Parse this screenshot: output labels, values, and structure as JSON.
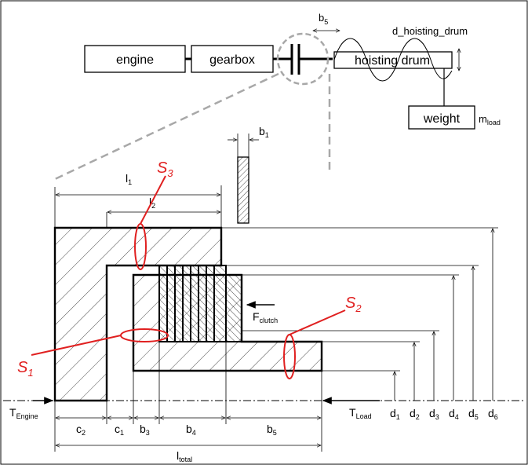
{
  "system": {
    "engine": "engine",
    "gearbox": "gearbox",
    "drum": "hoisting drum",
    "weight": "weight",
    "b5": "b",
    "b5_sub": "5",
    "d_drum": "d_hoisting_drum",
    "m": "m",
    "m_sub": "load"
  },
  "sections": {
    "s1": {
      "main": "S",
      "sub": "1"
    },
    "s2": {
      "main": "S",
      "sub": "2"
    },
    "s3": {
      "main": "S",
      "sub": "3"
    }
  },
  "dims": {
    "l1": {
      "main": "l",
      "sub": "1"
    },
    "l2": {
      "main": "l",
      "sub": "2"
    },
    "b1": {
      "main": "b",
      "sub": "1"
    },
    "ltotal": {
      "main": "l",
      "sub": "total"
    },
    "bottom": [
      {
        "main": "c",
        "sub": "2"
      },
      {
        "main": "c",
        "sub": "1"
      },
      {
        "main": "b",
        "sub": "3"
      },
      {
        "main": "b",
        "sub": "4"
      },
      {
        "main": "b",
        "sub": "5"
      }
    ],
    "diameters": [
      {
        "main": "d",
        "sub": "1"
      },
      {
        "main": "d",
        "sub": "2"
      },
      {
        "main": "d",
        "sub": "3"
      },
      {
        "main": "d",
        "sub": "4"
      },
      {
        "main": "d",
        "sub": "5"
      },
      {
        "main": "d",
        "sub": "6"
      }
    ]
  },
  "forces": {
    "fclutch": {
      "main": "F",
      "sub": "clutch"
    },
    "tengine": {
      "main": "T",
      "sub": "Engine"
    },
    "tload": {
      "main": "T",
      "sub": "Load"
    }
  },
  "colors": {
    "highlight": "#e02020",
    "callout": "#a8a8a8",
    "ink": "#000000"
  }
}
